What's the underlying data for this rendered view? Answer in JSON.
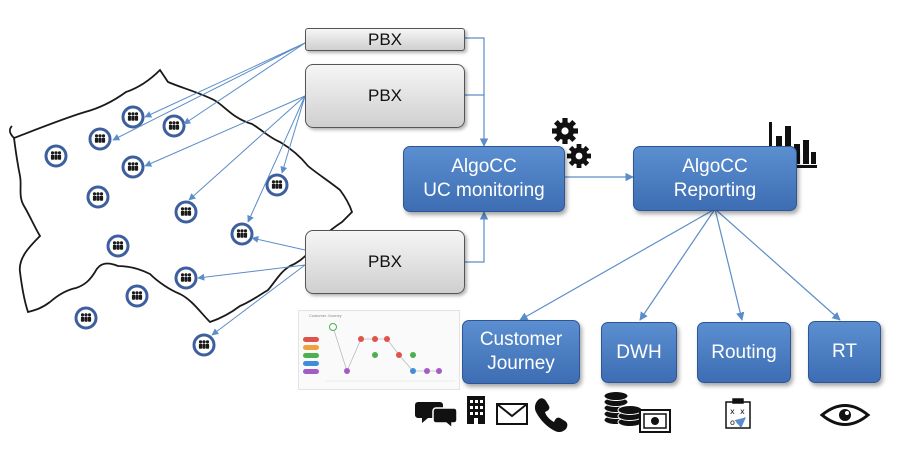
{
  "pbx": [
    "PBX",
    "PBX",
    "PBX"
  ],
  "algocc_monitoring": "AlgoCC\nUC monitoring",
  "algocc_reporting": "AlgoCC\nReporting",
  "outputs": {
    "customer_journey": "Customer\nJourney",
    "dwh": "DWH",
    "routing": "Routing",
    "rt": "RT"
  },
  "thumbnail_title": "Customer Journey",
  "colors": {
    "box_fill": "#4a7fc1",
    "box_border": "#2f5597",
    "arrow": "#5b8dc8",
    "pbx_fill": "#e0e0e0",
    "node_ring": "#3d5f9e",
    "icon": "#111111"
  },
  "icons": {
    "monitoring": "gears-icon",
    "reporting": "bar-chart-icon",
    "customer_journey": [
      "chat-icon",
      "building-icon",
      "envelope-icon",
      "phone-icon"
    ],
    "dwh": "coins-cash-icon",
    "routing": "strategy-board-icon",
    "rt": "eye-icon"
  }
}
